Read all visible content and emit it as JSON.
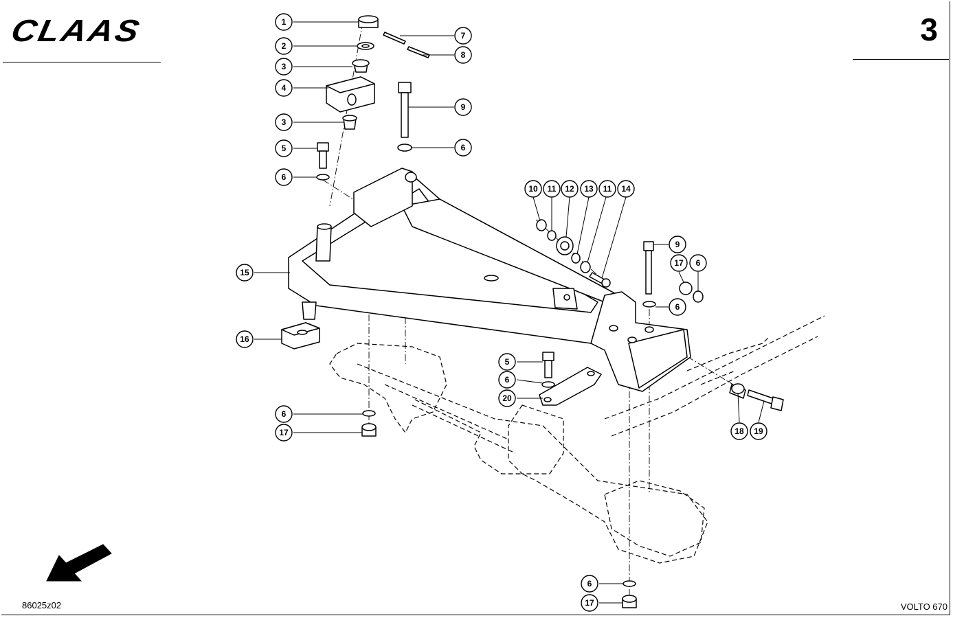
{
  "header": {
    "brand": "CLAAS",
    "page_number": "3"
  },
  "footer": {
    "drawing_id": "86025z02",
    "model": "VOLTO 670"
  },
  "callouts": [
    {
      "label": "1"
    },
    {
      "label": "2"
    },
    {
      "label": "3"
    },
    {
      "label": "4"
    },
    {
      "label": "3"
    },
    {
      "label": "5"
    },
    {
      "label": "6"
    },
    {
      "label": "7"
    },
    {
      "label": "8"
    },
    {
      "label": "9"
    },
    {
      "label": "6"
    },
    {
      "label": "10"
    },
    {
      "label": "11"
    },
    {
      "label": "12"
    },
    {
      "label": "13"
    },
    {
      "label": "11"
    },
    {
      "label": "14"
    },
    {
      "label": "15"
    },
    {
      "label": "9"
    },
    {
      "label": "17"
    },
    {
      "label": "6"
    },
    {
      "label": "6"
    },
    {
      "label": "16"
    },
    {
      "label": "5"
    },
    {
      "label": "6"
    },
    {
      "label": "20"
    },
    {
      "label": "6"
    },
    {
      "label": "17"
    },
    {
      "label": "18"
    },
    {
      "label": "19"
    },
    {
      "label": "6"
    },
    {
      "label": "17"
    }
  ]
}
